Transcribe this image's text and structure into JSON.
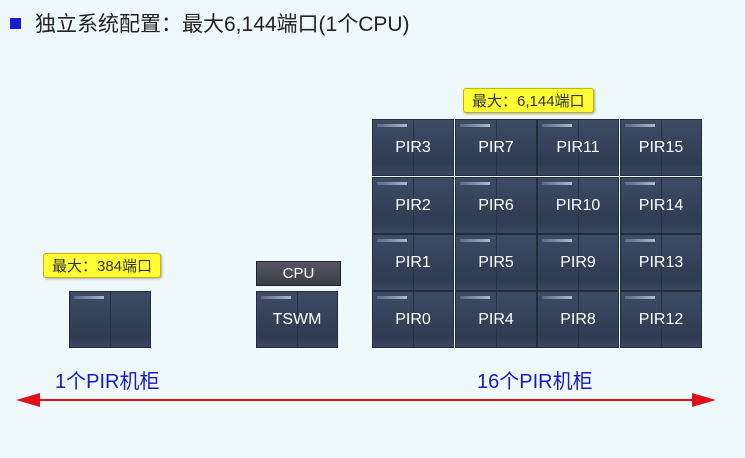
{
  "title": "独立系统配置：最大6,144端口(1个CPU)",
  "small": {
    "tag": "最大：384端口",
    "label": "1个PIR机柜"
  },
  "center": {
    "cpu": "CPU",
    "tswm": "TSWM"
  },
  "large": {
    "tag": "最大：6,144端口",
    "label": "16个PIR机柜",
    "rows": [
      [
        "PIR3",
        "PIR7",
        "PIR11",
        "PIR15"
      ],
      [
        "PIR2",
        "PIR6",
        "PIR10",
        "PIR14"
      ],
      [
        "PIR1",
        "PIR5",
        "PIR9",
        "PIR13"
      ],
      [
        "PIR0",
        "PIR4",
        "PIR8",
        "PIR12"
      ]
    ]
  },
  "colors": {
    "arrow": "#e0101a",
    "label": "#1818c8",
    "tag": "#ffff33"
  }
}
